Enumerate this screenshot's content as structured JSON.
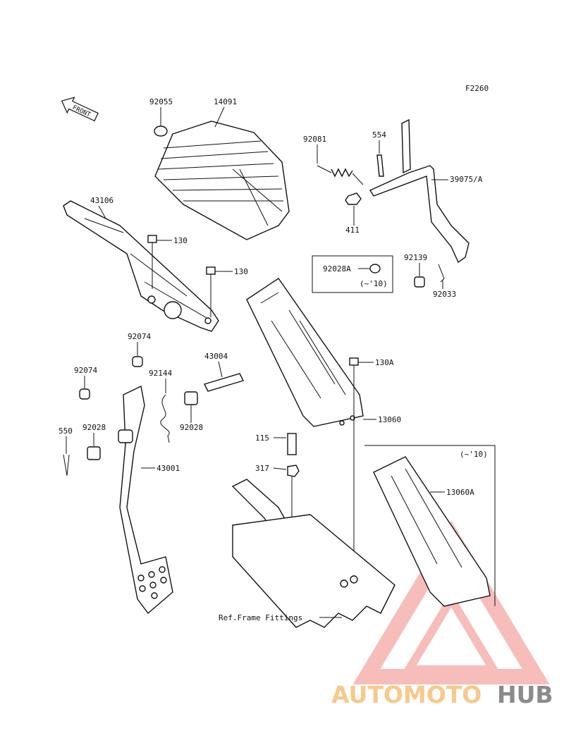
{
  "figure_code": "F2260",
  "front_marker": "FRONT",
  "labels": {
    "p92055": "92055",
    "p14091": "14091",
    "p43106": "43106",
    "p130a": "130",
    "p130b": "130",
    "p92081": "92081",
    "p554": "554",
    "p39075": "39075/A",
    "p411": "411",
    "p92028a": "92028A",
    "p10a": "(~'10)",
    "p92139": "92139",
    "p92033": "92033",
    "p92074a": "92074",
    "p92074b": "92074",
    "p43004": "43004",
    "p92144": "92144",
    "p130A": "130A",
    "p92028b": "92028",
    "p92028c": "92028",
    "p550": "550",
    "p13060": "13060",
    "p115": "115",
    "p317": "317",
    "p43001": "43001",
    "p10b": "(~'10)",
    "p13060A": "13060A",
    "ref_frame": "Ref.Frame Fittings"
  },
  "watermark": {
    "text_part1": "AUTOMOTO",
    "text_part2": "HUB",
    "color_primary": "#f4a7a3",
    "color_secondary": "#8a8a8a",
    "color_accent": "#f7c98a"
  }
}
